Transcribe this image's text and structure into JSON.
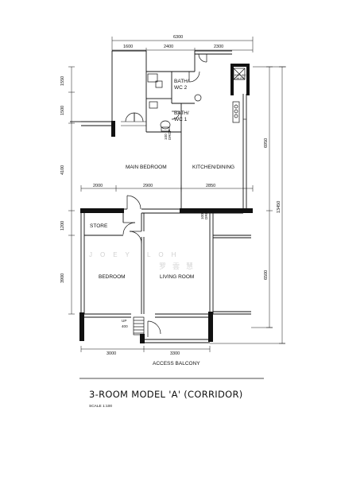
{
  "rooms": {
    "bath_wc2": [
      "BATH/",
      "WC 2"
    ],
    "bath_wc1": [
      "BATH/",
      "WC 1"
    ],
    "refuse_chute": [
      "REFUSE",
      "CHUTE"
    ],
    "main_bedroom": "MAIN BEDROOM",
    "kitchen_dining": "KITCHEN/DINING",
    "store": "STORE",
    "bedroom": "BEDROOM",
    "living_room": "LIVING ROOM",
    "access_balcony": "ACCESS BALCONY"
  },
  "drops": {
    "drop_left": [
      "100",
      "DROP"
    ],
    "drop_right": [
      "100",
      "DROP"
    ],
    "up": [
      "UP",
      "400"
    ]
  },
  "dimensions": {
    "top_total": "6300",
    "top": [
      "1600",
      "2400",
      "2300"
    ],
    "mid": [
      "2000",
      "2900",
      "2850"
    ],
    "bottom": [
      "3000",
      "3300"
    ],
    "left": [
      "1550",
      "1500",
      "4100",
      "1200",
      "3900"
    ],
    "right_inner": [
      "6950",
      "6500"
    ],
    "right_total": "13450"
  },
  "watermark": {
    "latin": "JOEY LOH",
    "chinese": "罗雲慧"
  },
  "title": "3-ROOM MODEL 'A' (CORRIDOR)",
  "scale": "SCALE   1:100"
}
